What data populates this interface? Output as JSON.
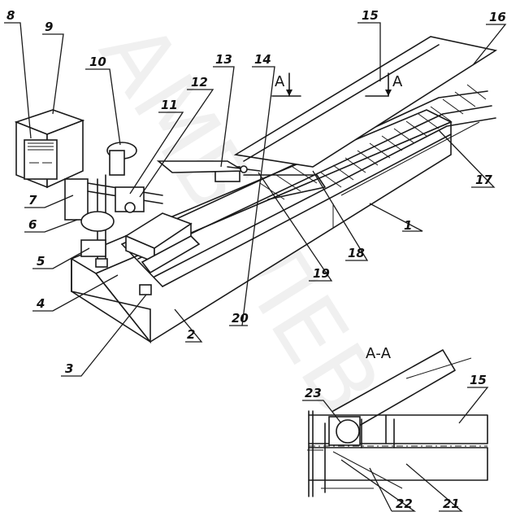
{
  "watermark": "АМБУЛЕВ",
  "section_label": "А-А",
  "section_arrow_labels": [
    "А",
    "А"
  ],
  "callouts": [
    "1",
    "2",
    "3",
    "4",
    "5",
    "6",
    "7",
    "8",
    "9",
    "10",
    "11",
    "12",
    "13",
    "14",
    "15",
    "16",
    "17",
    "18",
    "19",
    "20",
    "21",
    "22",
    "23"
  ],
  "inset_callouts": [
    "15",
    "21",
    "22",
    "23"
  ]
}
